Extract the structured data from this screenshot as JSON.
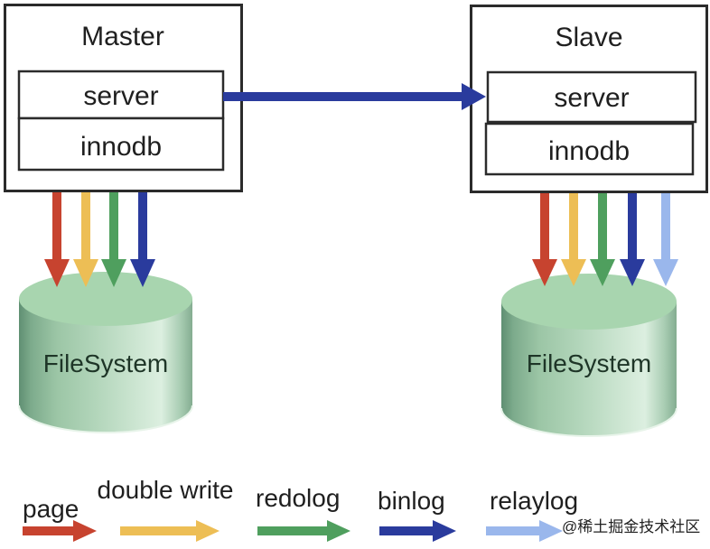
{
  "nodes": {
    "master": {
      "title": "Master",
      "server": "server",
      "innodb": "innodb",
      "storage": "FileSystem"
    },
    "slave": {
      "title": "Slave",
      "server": "server",
      "innodb": "innodb",
      "storage": "FileSystem"
    }
  },
  "legend": {
    "items": [
      {
        "label": "page",
        "color": "#c7432f"
      },
      {
        "label": "double write",
        "color": "#edbe55"
      },
      {
        "label": "redolog",
        "color": "#4f9f5e"
      },
      {
        "label": "binlog",
        "color": "#2a3b9d"
      },
      {
        "label": "relaylog",
        "color": "#9ab7ec"
      }
    ]
  },
  "watermark": {
    "text": "@稀土掘金技术社区",
    "color": "#c9c9c9"
  },
  "palette": {
    "background": "#ffffff",
    "box_border": "#2b2b2b",
    "text": "#1f1f1f",
    "cylinder_top": "#a8d5af",
    "cylinder_label": "#1e3527"
  }
}
